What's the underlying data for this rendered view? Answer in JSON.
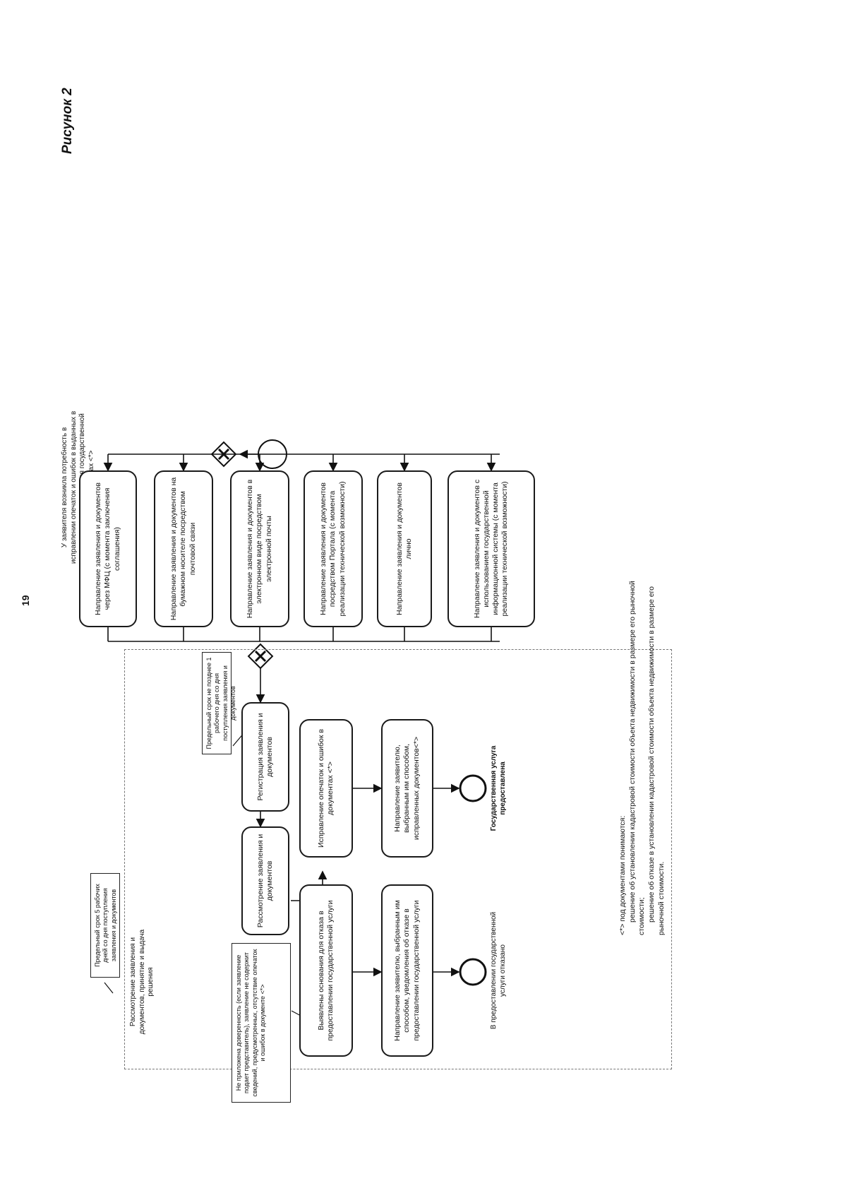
{
  "page_number": "19",
  "figure_label": "Рисунок 2",
  "start_label": "У заявителя возникла потребность в исправлении опечаток и ошибок в выданных в результате предоставления государственной услуги документах <*>",
  "channels": [
    "Направление заявления и документов через МФЦ (с момента заключения соглашения)",
    "Направление заявления и документов на бумажном носителе посредством почтовой связи",
    "Направление заявления и документов в электронном виде посредством электронной почты",
    "Направление заявления и документов посредством Портала (с момента реализации технической возможности)",
    "Направление заявления и документов лично",
    "Направление заявления и документов с использованием государственной информационной системы (с момента реализации технической возможности)"
  ],
  "registration": "Регистрация заявления и документов",
  "registration_note": "Предельный срок не позднее 1 рабочего дня со дня поступления заявления и документов",
  "review": "Рассмотрение заявления и документов",
  "container_note": "Предельный срок 5 рабочих дней со дня поступления заявления и документов",
  "container_label": "Рассмотрение заявления и документов, принятие и выдача решения",
  "correction": "Исправление опечаток и ошибок в документах <*>",
  "correction_send": "Направление заявителю, выбранным им способом, исправленных документов<*>",
  "correction_end": "Государственная услуга предоставлена",
  "refusal": "Выявлены основания для отказа в предоставлении государственной услуги",
  "refusal_note": "Не приложена доверенность (если заявление подает представитель), заявление не содержит сведений, предусмотренных, отсутствие опечаток и ошибок в документе <*>",
  "refusal_send": "Направление заявителю, выбранным им способом, уведомления об отказе в предоставлении государственной услуги",
  "refusal_end": "В предоставлении государственной услуги отказано",
  "footnote": {
    "title": "<*> под документами понимаются:",
    "line1": "решение об установлении кадастровой стоимости объекта недвижимости в размере его рыночной стоимости;",
    "line2": "решение об отказе в установлении кадастровой стоимости объекта недвижимости в размере его рыночной стоимости."
  }
}
